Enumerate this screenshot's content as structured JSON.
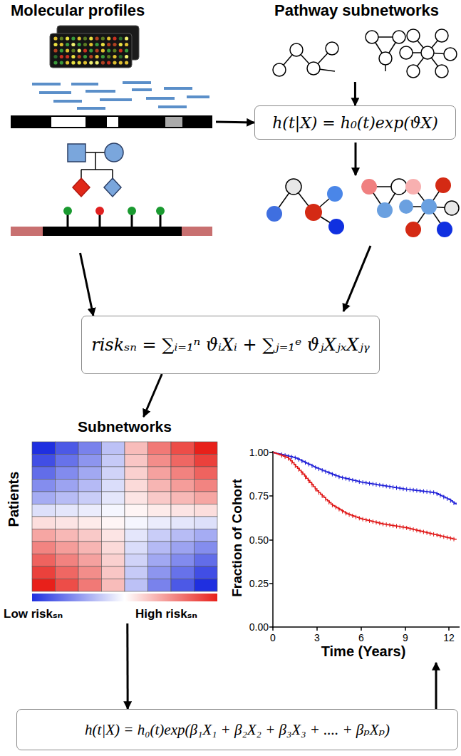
{
  "diagram": {
    "nodes": [
      {
        "text": [
          "Molecular profiles"
        ]
      },
      {
        "text": [
          "Pathway subnetworks"
        ]
      },
      {
        "text": [
          "h(t|X) = h₀(t)exp(ϑX)"
        ]
      },
      {
        "text": [
          "riskₛₙ = ∑ᵢ₌₁ⁿ ϑᵢXᵢ + ∑ⱼ₌₁ᵉ ϑⱼXⱼₓXⱼᵧ"
        ]
      },
      {
        "text": [
          "Subnetworks",
          "Patients",
          "Low riskₛₙ",
          "High riskₛₙ"
        ]
      },
      {
        "text": [
          "Fraction of Cohort",
          "Time (Years)"
        ]
      },
      {
        "text": [
          "h(t|X) = h₀(t)exp(β₁X₁ + β₂X₂ + β₃X₃ + .... + βₚXₚ)"
        ]
      }
    ],
    "edges": [
      {
        "from": 0,
        "to": 2,
        "arrow": "to"
      },
      {
        "from": 1,
        "to": 2,
        "arrow": "to"
      },
      {
        "from": 0,
        "to": 3,
        "arrow": "to"
      },
      {
        "from": 3,
        "to": 4,
        "arrow": "to"
      },
      {
        "from": 4,
        "to": 6,
        "arrow": "to"
      },
      {
        "from": 6,
        "to": 5,
        "arrow": "to"
      }
    ],
    "labels": [
      "1.00",
      "0.75",
      "0.50",
      "0.25",
      "0.00",
      "0",
      "3",
      "6",
      "9",
      "12"
    ]
  }
}
